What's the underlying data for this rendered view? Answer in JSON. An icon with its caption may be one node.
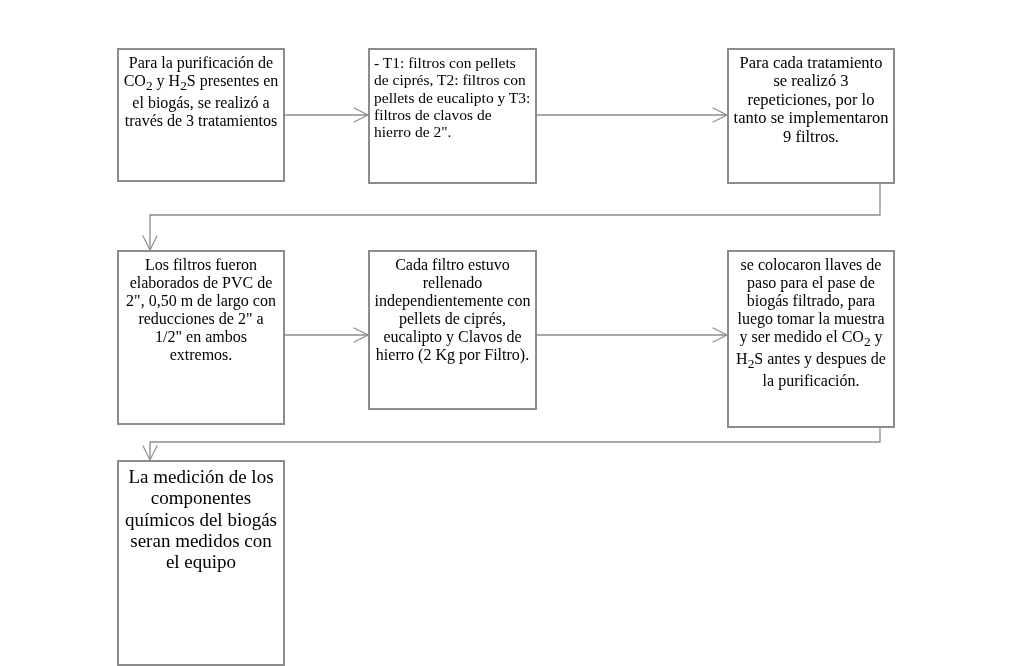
{
  "diagram": {
    "nodes": [
      {
        "text": [
          "Para la purificación de CO$_{2}$ y H$_{2}$S presentes en el biogás, se realizó a través de 3 tratamientos"
        ]
      },
      {
        "text": [
          "- T1: filtros con pellets de ciprés, T2: filtros con pellets de eucalipto y T3: filtros de  clavos de hierro de 2\"."
        ]
      },
      {
        "text": [
          "Para cada tratamiento se realizó 3 repeticiones, por lo tanto se implementaron 9 filtros."
        ]
      },
      {
        "text": [
          "Los filtros fueron elaborados de PVC de 2\", 0,50 m de largo con reducciones de 2\" a 1/2\" en ambos extremos."
        ]
      },
      {
        "text": [
          "Cada filtro estuvo rellenado independientemente con pellets de ciprés, eucalipto y Clavos de hierro (2 Kg por Filtro)."
        ]
      },
      {
        "text": [
          "se colocaron llaves de paso para el pase de biogás filtrado, para luego tomar la muestra  y ser medido el CO$_{2}$ y H$_{2}$S  antes y despues de la purificación."
        ]
      },
      {
        "text": [
          "La medición de los componentes químicos del biogás seran medidos con el equipo"
        ]
      }
    ],
    "edges": [
      {
        "from": 0,
        "to": 1,
        "arrow": "to"
      },
      {
        "from": 1,
        "to": 2,
        "arrow": "to"
      },
      {
        "from": 2,
        "to": 3,
        "arrow": "to"
      },
      {
        "from": 3,
        "to": 4,
        "arrow": "to"
      },
      {
        "from": 4,
        "to": 5,
        "arrow": "to"
      },
      {
        "from": 5,
        "to": 6,
        "arrow": "to"
      }
    ]
  }
}
